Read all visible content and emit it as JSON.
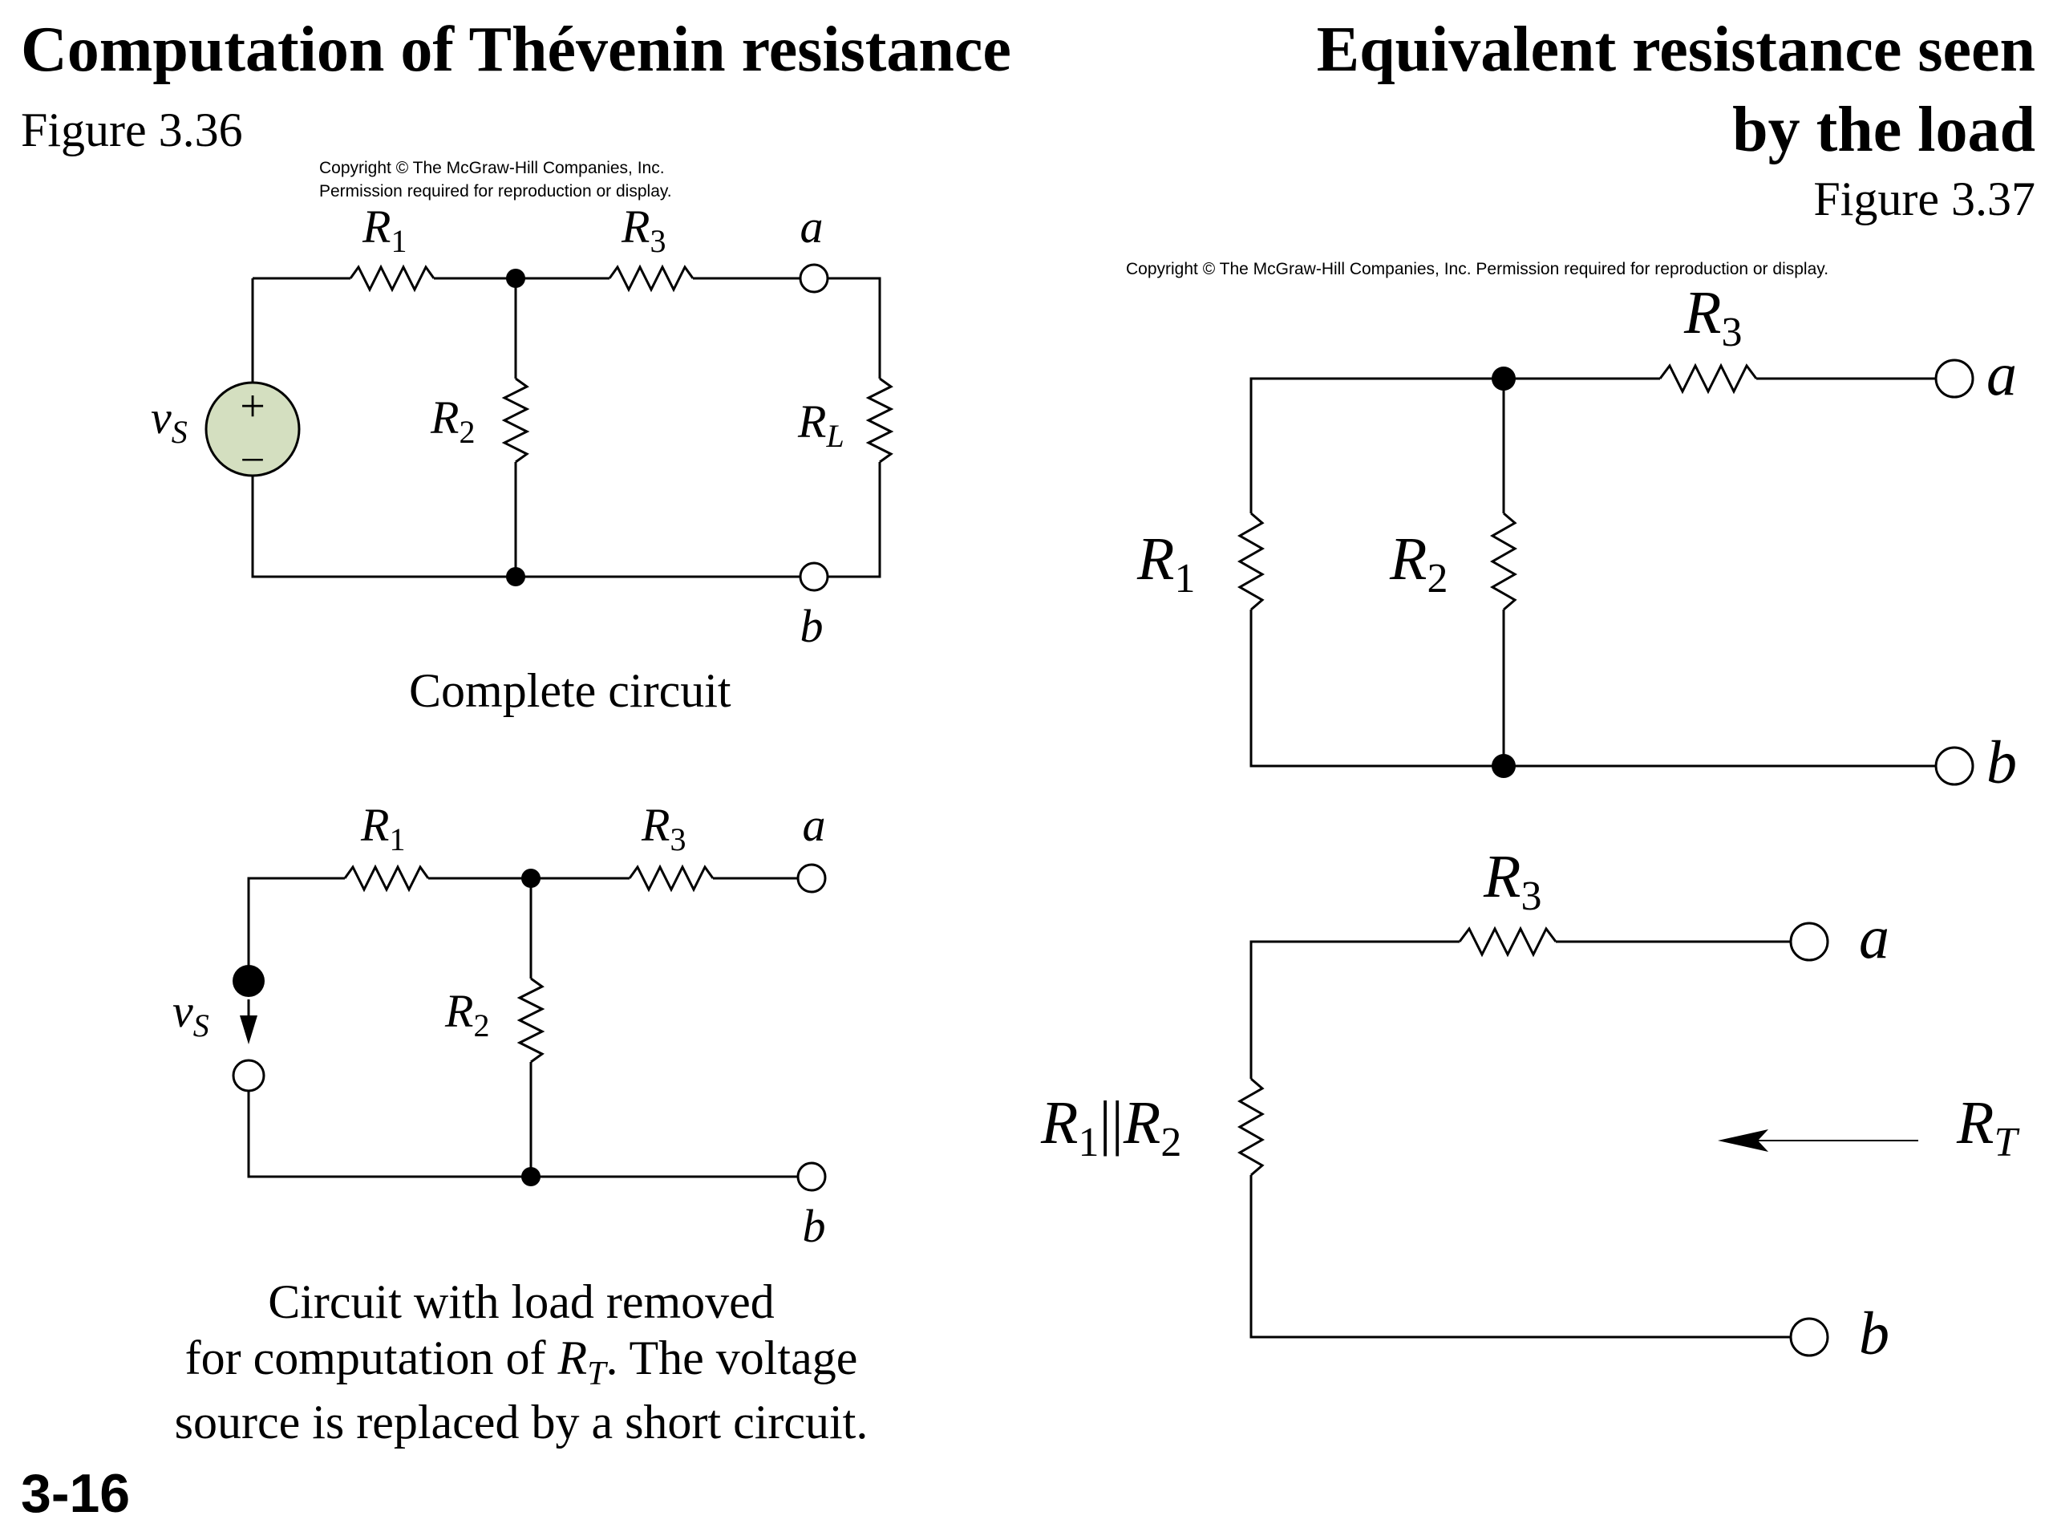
{
  "left": {
    "title": "Computation of Thévenin resistance",
    "figure_label": "Figure 3.36",
    "copyright_line1": "Copyright © The McGraw-Hill Companies, Inc.",
    "copyright_line2": "Permission required for reproduction or display.",
    "complete_caption": "Complete circuit",
    "removed_caption_line1": "Circuit with  load removed",
    "removed_caption_line2_prefix": "for computation of ",
    "removed_caption_line2_suffix": ". The voltage",
    "removed_caption_line3": "source is replaced by a short circuit."
  },
  "right": {
    "title_line1": "Equivalent resistance seen",
    "title_line2": "by the load",
    "figure_label": "Figure 3.37",
    "copyright": "Copyright © The McGraw-Hill Companies, Inc. Permission required for reproduction or display."
  },
  "slide_number": "3-16",
  "labels": {
    "R": "R",
    "v": "v",
    "sub_1": "1",
    "sub_2": "2",
    "sub_3": "3",
    "sub_L": "L",
    "sub_S": "S",
    "sub_T": "T",
    "parallel": "||",
    "terminal_a": "a",
    "terminal_b": "b",
    "plus": "+",
    "minus": "–"
  },
  "colors": {
    "source_fill": "#d4dfc0",
    "wire": "#000000"
  }
}
